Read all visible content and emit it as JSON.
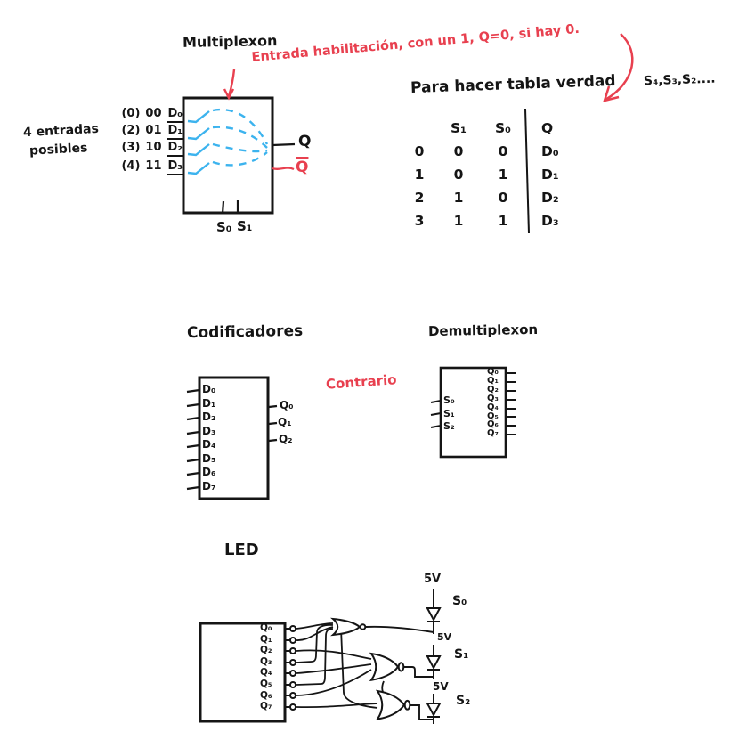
{
  "colors": {
    "ink": "#151515",
    "red": "#e8404f",
    "blue": "#3cb3ee",
    "paper": "#ffffff"
  },
  "mux": {
    "title": "Multiplexon",
    "annotation": "Entrada habilitación, con un 1, Q=0, si hay 0.",
    "side_note_line1": "4 entradas",
    "side_note_line2": "posibles",
    "rows": [
      {
        "index": "(0)",
        "code": "00",
        "input": "D₀"
      },
      {
        "index": "(2)",
        "code": "01",
        "input": "D₁"
      },
      {
        "index": "(3)",
        "code": "10",
        "input": "D₂"
      },
      {
        "index": "(4)",
        "code": "11",
        "input": "D₃"
      }
    ],
    "output_q": "Q",
    "output_q_bar": "Q",
    "selects": [
      "S₀",
      "S₁"
    ]
  },
  "truth_table": {
    "caption": "Para hacer tabla verdad",
    "side_note": "S₄,S₃,S₂....",
    "col_s1": "S₁",
    "col_s0": "S₀",
    "col_q": "Q",
    "rows": [
      {
        "n": "0",
        "s1": "0",
        "s0": "0",
        "q": "D₀"
      },
      {
        "n": "1",
        "s1": "0",
        "s0": "1",
        "q": "D₁"
      },
      {
        "n": "2",
        "s1": "1",
        "s0": "0",
        "q": "D₂"
      },
      {
        "n": "3",
        "s1": "1",
        "s0": "1",
        "q": "D₃"
      }
    ]
  },
  "encoder": {
    "title": "Codificadores",
    "inputs": [
      "D₀",
      "D₁",
      "D₂",
      "D₃",
      "D₄",
      "D₅",
      "D₆",
      "D₇"
    ],
    "outputs": [
      "Q₀",
      "Q₁",
      "Q₂"
    ]
  },
  "middle_note": "Contrario",
  "demux": {
    "title": "Demultiplexon",
    "inputs": [
      "S₀",
      "S₁",
      "S₂"
    ],
    "outputs": [
      "Q₀",
      "Q₁",
      "Q₂",
      "Q₃",
      "Q₄",
      "Q₅",
      "Q₆",
      "Q₇"
    ]
  },
  "led": {
    "title": "LED",
    "outputs": [
      "Q₀",
      "Q₁",
      "Q₂",
      "Q₃",
      "Q₄",
      "Q₅",
      "Q₆",
      "Q₇"
    ],
    "branches": [
      {
        "vcc": "5V",
        "label": "S₀"
      },
      {
        "vcc": "5V",
        "label": "S₁"
      },
      {
        "vcc": "5V",
        "label": "S₂"
      }
    ]
  }
}
